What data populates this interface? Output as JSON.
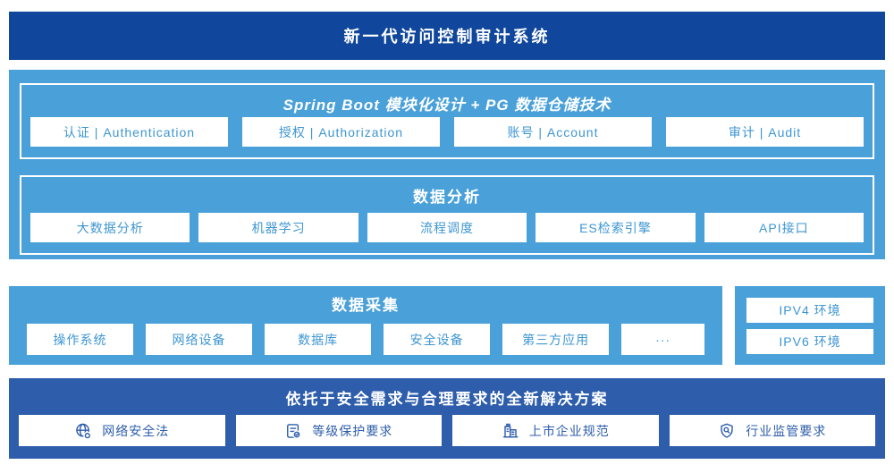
{
  "colors": {
    "banner_bg": "#10479c",
    "section_light_blue": "#4aa0d9",
    "solution_bg": "#2d5dab",
    "module_text_blue": "#3d96d2",
    "white": "#ffffff"
  },
  "banner": {
    "title": "新一代访问控制审计系统"
  },
  "platform": {
    "spring_boot": {
      "title": "Spring Boot 模块化设计 + PG 数据仓储技术",
      "modules": [
        "认证 | Authentication",
        "授权 | Authorization",
        "账号 | Account",
        "审计 | Audit"
      ]
    },
    "data_analysis": {
      "title": "数据分析",
      "modules": [
        "大数据分析",
        "机器学习",
        "流程调度",
        "ES检索引擎",
        "API接口"
      ]
    }
  },
  "data_collection": {
    "title": "数据采集",
    "sources": [
      "操作系统",
      "网络设备",
      "数据库",
      "安全设备",
      "第三方应用",
      "···"
    ]
  },
  "environments": {
    "items": [
      "IPV4 环境",
      "IPV6 环境"
    ]
  },
  "solution": {
    "title": "依托于安全需求与合理要求的全新解决方案",
    "items": [
      {
        "icon": "globe-icon",
        "label": "网络安全法"
      },
      {
        "icon": "document-check-icon",
        "label": "等级保护要求"
      },
      {
        "icon": "building-icon",
        "label": "上市企业规范"
      },
      {
        "icon": "shield-search-icon",
        "label": "行业监管要求"
      }
    ]
  }
}
